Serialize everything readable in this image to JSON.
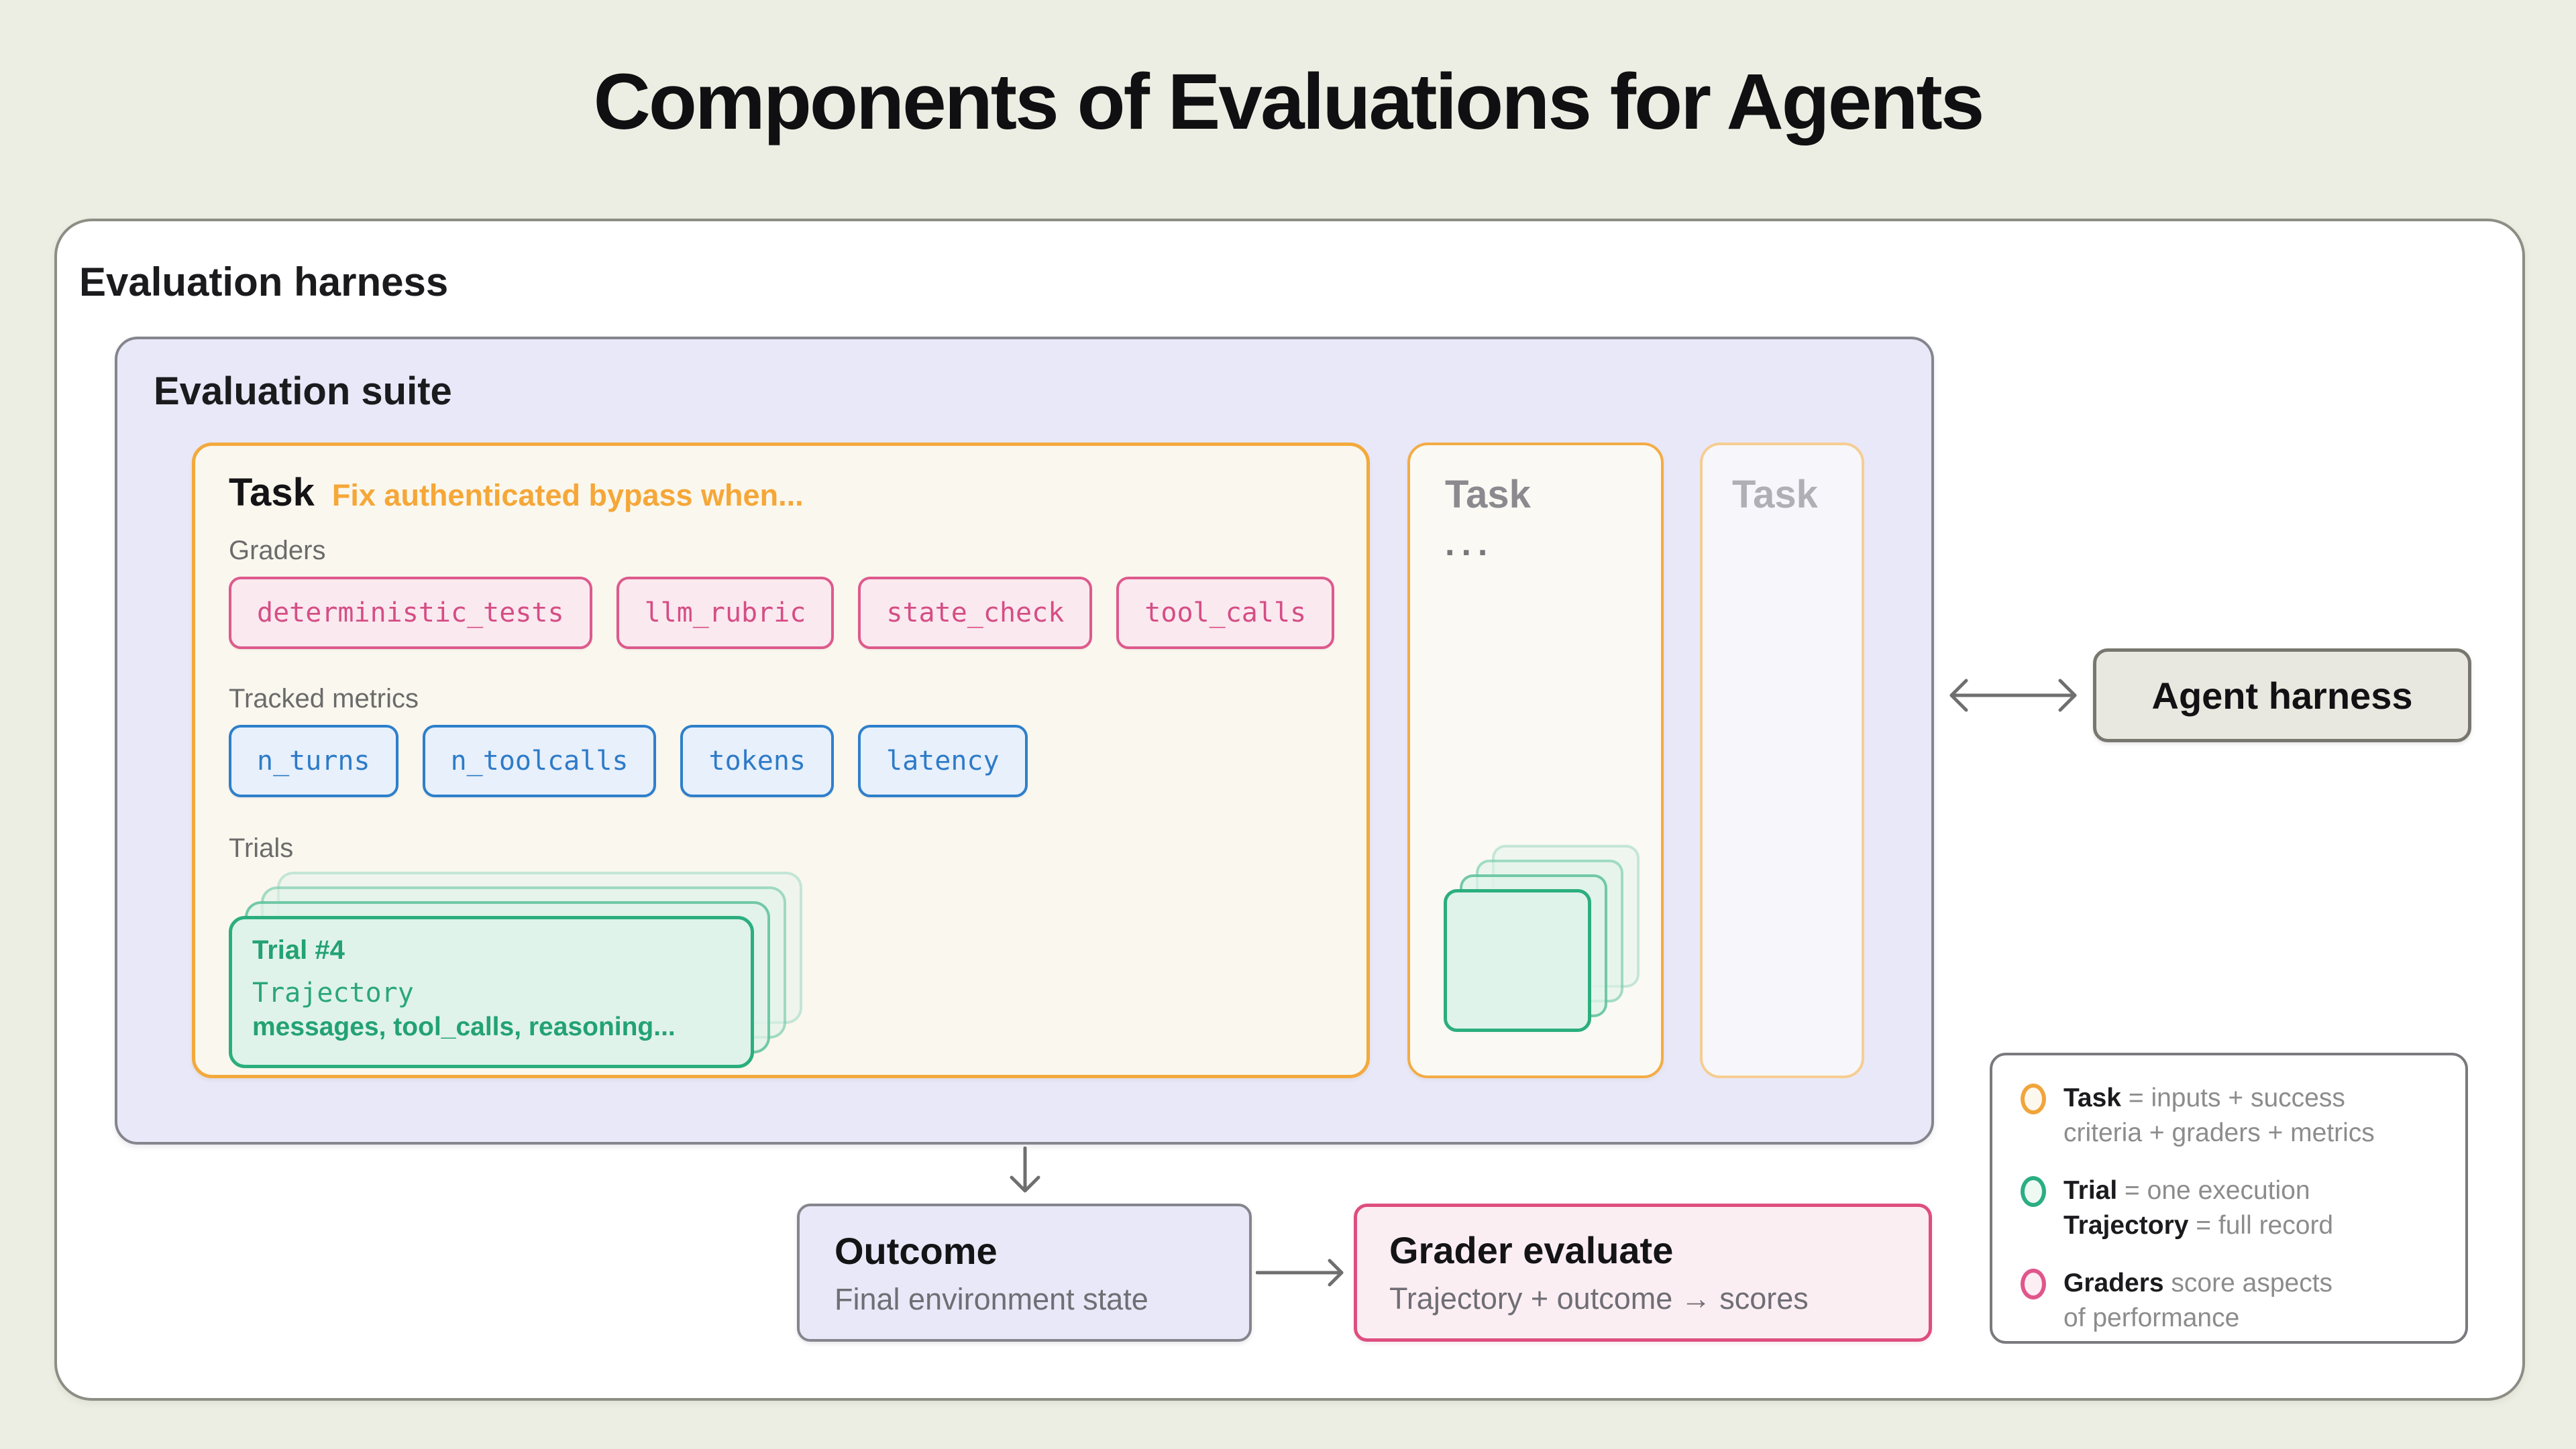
{
  "title": "Components of Evaluations for Agents",
  "harness": {
    "label": "Evaluation harness"
  },
  "suite": {
    "label": "Evaluation suite"
  },
  "task_main": {
    "title": "Task",
    "subtitle": "Fix authenticated bypass when...",
    "graders_label": "Graders",
    "grader_chips": [
      "deterministic_tests",
      "llm_rubric",
      "state_check",
      "tool_calls"
    ],
    "metrics_label": "Tracked metrics",
    "metric_chips": [
      "n_turns",
      "n_toolcalls",
      "tokens",
      "latency"
    ],
    "trials_label": "Trials",
    "trial": {
      "title": "Trial #4",
      "trajectory_label": "Trajectory",
      "detail": "messages, tool_calls, reasoning..."
    }
  },
  "task_second": {
    "title": "Task",
    "dots": "..."
  },
  "task_third": {
    "title": "Task"
  },
  "agent_harness": {
    "label": "Agent harness"
  },
  "outcome": {
    "title": "Outcome",
    "subtitle": "Final environment state"
  },
  "grader_evaluate": {
    "title": "Grader evaluate",
    "subtitle": "Trajectory + outcome → scores"
  },
  "legend": {
    "items": [
      {
        "term": "Task",
        "text": " = inputs + success",
        "line2": "criteria + graders + metrics",
        "color": "#F0A53C"
      },
      {
        "term": "Trial",
        "text": " = one execution",
        "term2": "Trajectory",
        "text2": " = full record",
        "color": "#2BAE84"
      },
      {
        "term": "Graders",
        "text": " score aspects",
        "line2": "of performance",
        "color": "#E0568B"
      }
    ]
  },
  "colors": {
    "page_background": "#EDEEE3",
    "task_orange": "#F3A93C",
    "grader_pink": "#DD5A8C",
    "metric_blue": "#2E7FCB",
    "trial_green": "#2BAE7E",
    "suite_lavender": "#E8E8F8",
    "task_cream": "#FAF7EE",
    "arrow_gray": "#6F6F6F"
  }
}
